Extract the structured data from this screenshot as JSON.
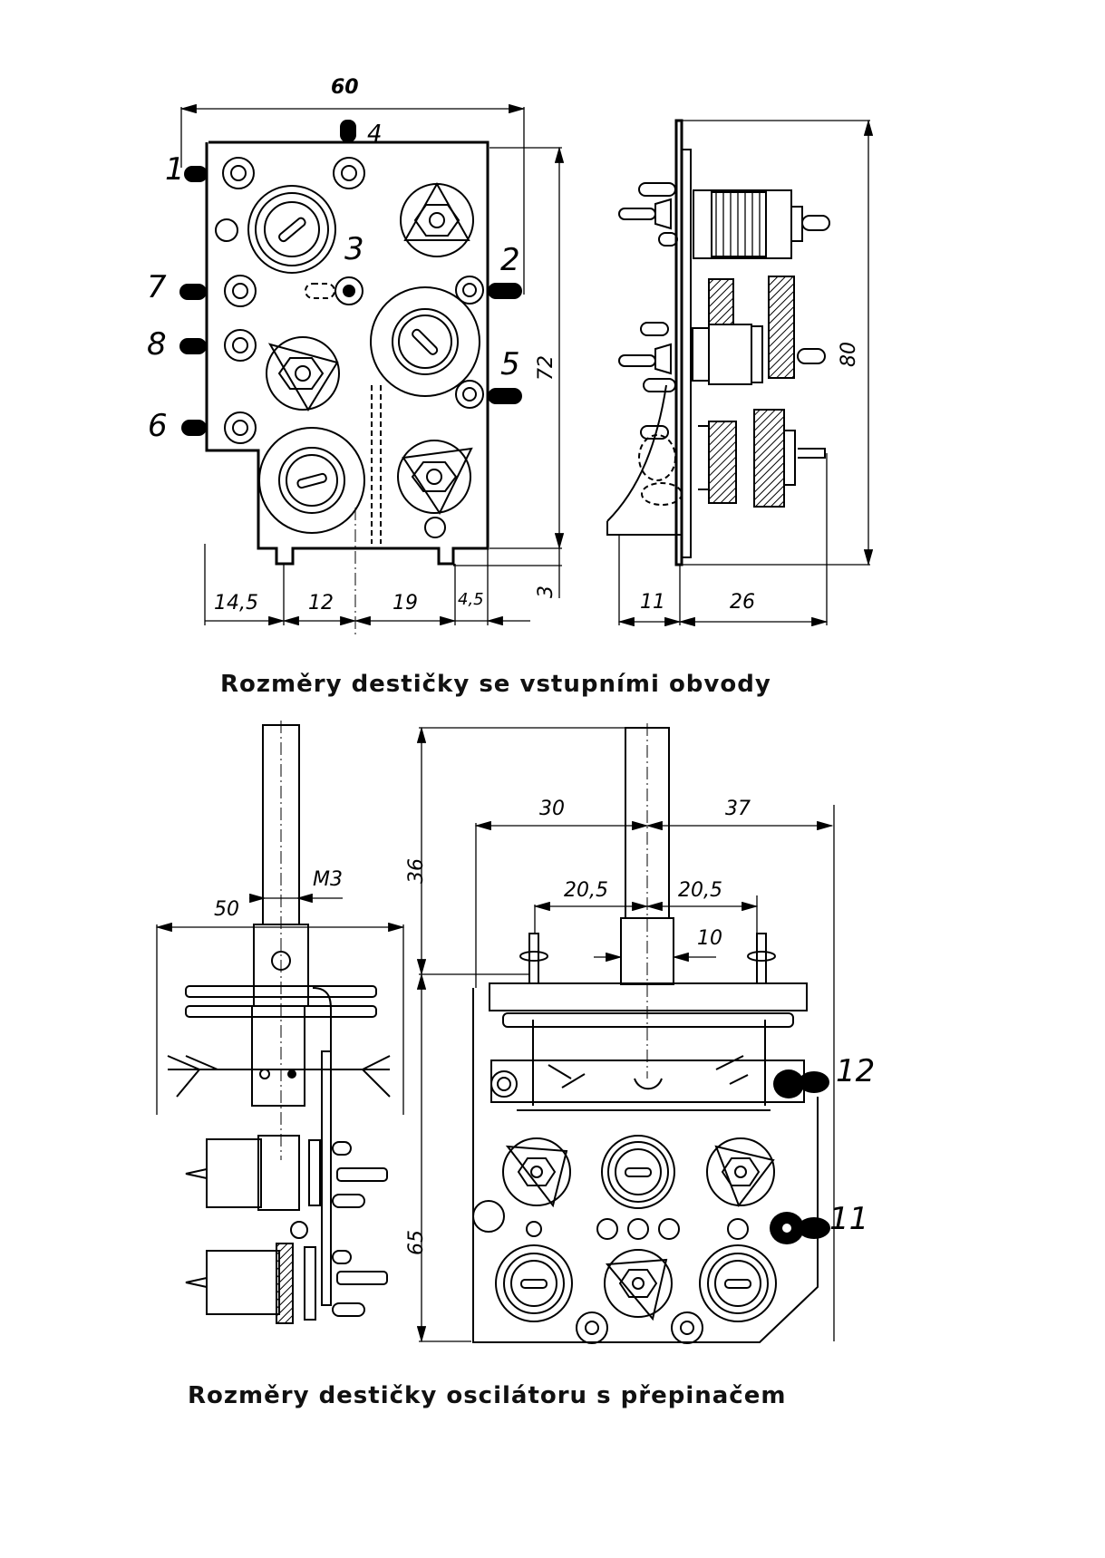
{
  "figures": [
    {
      "id": "input-circuits-board",
      "caption": "Rozměry destičky se vstupními obvody",
      "front_view": {
        "terminals": [
          "1",
          "2",
          "3",
          "4",
          "5",
          "6",
          "7",
          "8"
        ],
        "dimensions": {
          "overall_width": "60",
          "height": "72",
          "tab_height": "3",
          "bottom_segments": [
            "14,5",
            "12",
            "19",
            "4,5"
          ]
        }
      },
      "side_view": {
        "dimensions": {
          "overall_height": "80",
          "rear_depth": "11",
          "front_depth": "26"
        }
      }
    },
    {
      "id": "oscillator-board-with-switch",
      "caption": "Rozměry destičky oscilátoru s přepinačem",
      "side_view": {
        "dimensions": {
          "width": "50",
          "thread": "M3"
        }
      },
      "front_view": {
        "terminals": [
          "11",
          "12"
        ],
        "dimensions": {
          "shaft_height": "36",
          "board_height": "65",
          "left_width": "30",
          "right_width": "37",
          "left_pillar_offset": "20,5",
          "right_pillar_offset": "20,5",
          "shaft_diameter": "10"
        }
      }
    }
  ]
}
